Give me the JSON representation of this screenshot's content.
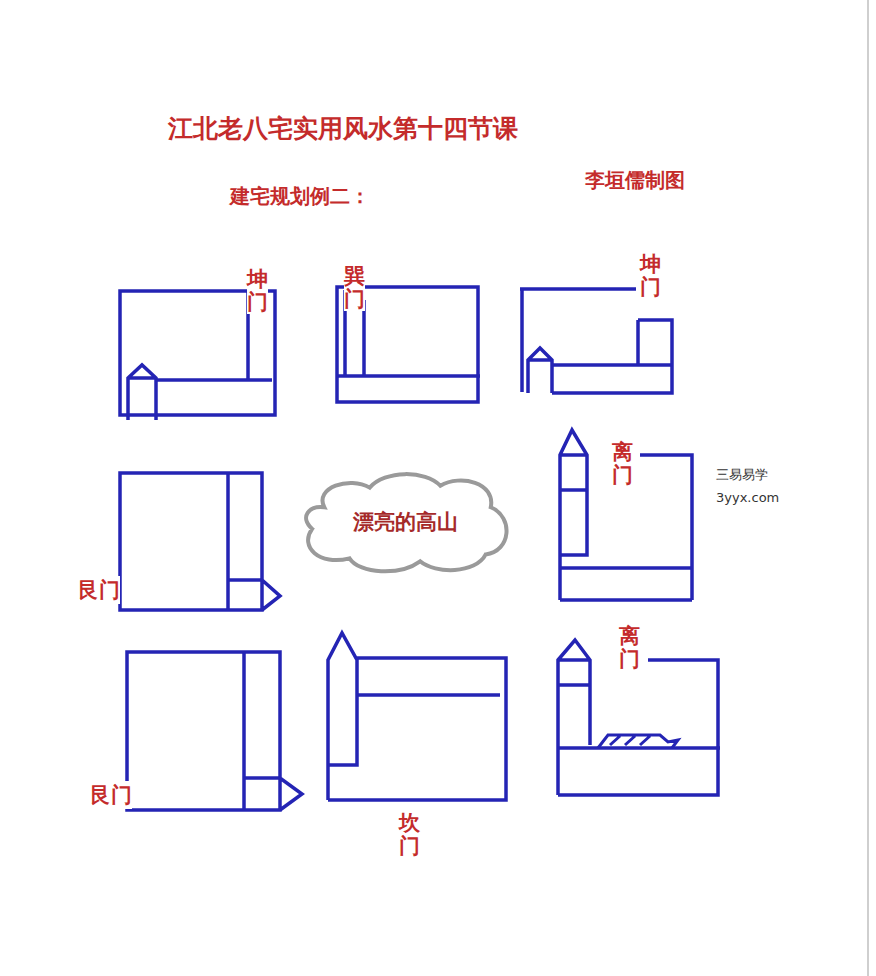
{
  "diagram": {
    "title": "江北老八宅实用风水第十四节课",
    "nodes": [
      {
        "text": [
          "漂亮的高山"
        ]
      }
    ],
    "labels": [
      "建宅规划例二：",
      "李垣儒制图",
      "坤门",
      "巽门",
      "坤门",
      "艮门",
      "离门",
      "艮门",
      "坎门",
      "离门",
      "三易易学",
      "3yyx.com"
    ]
  }
}
